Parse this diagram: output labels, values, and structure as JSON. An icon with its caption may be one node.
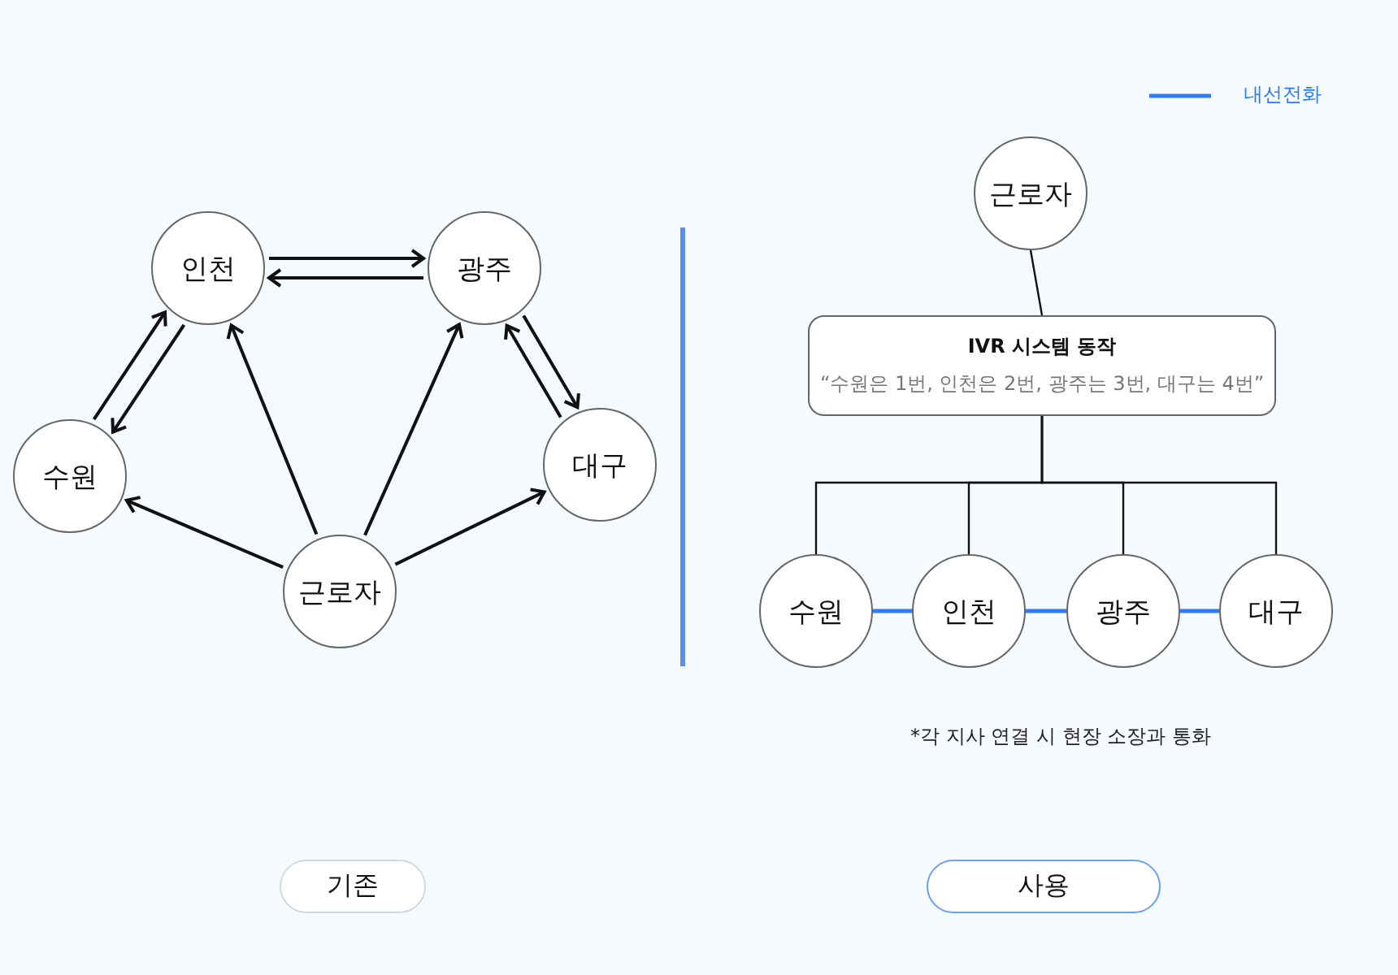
{
  "diagram": {
    "nodes": [
      {
        "text": [
          "인천"
        ]
      },
      {
        "text": [
          "광주"
        ]
      },
      {
        "text": [
          "수원"
        ]
      },
      {
        "text": [
          "대구"
        ]
      },
      {
        "text": [
          "근로자"
        ]
      },
      {
        "text": [
          "근로자"
        ]
      },
      {
        "text": [
          "IVR 시스템 동작",
          "“수원은 1번, 인천은 2번, 광주는 3번, 대구는 4번”"
        ]
      },
      {
        "text": [
          "수원"
        ]
      },
      {
        "text": [
          "인천"
        ]
      },
      {
        "text": [
          "광주"
        ]
      },
      {
        "text": [
          "대구"
        ]
      },
      {
        "text": [
          "기존"
        ]
      },
      {
        "text": [
          "사용"
        ]
      }
    ],
    "edges": [
      {
        "from": 0,
        "to": 1,
        "arrow": "to"
      },
      {
        "from": 1,
        "to": 0,
        "arrow": "to"
      },
      {
        "from": 2,
        "to": 0,
        "arrow": "to"
      },
      {
        "from": 0,
        "to": 2,
        "arrow": "to"
      },
      {
        "from": 1,
        "to": 3,
        "arrow": "to"
      },
      {
        "from": 3,
        "to": 1,
        "arrow": "to"
      },
      {
        "from": 4,
        "to": 2,
        "arrow": "to"
      },
      {
        "from": 4,
        "to": 0,
        "arrow": "to"
      },
      {
        "from": 4,
        "to": 1,
        "arrow": "to"
      },
      {
        "from": 4,
        "to": 3,
        "arrow": "to"
      },
      {
        "from": 5,
        "to": 6,
        "arrow": "none"
      },
      {
        "from": 6,
        "to": 7,
        "arrow": "none"
      },
      {
        "from": 6,
        "to": 8,
        "arrow": "none"
      },
      {
        "from": 6,
        "to": 9,
        "arrow": "none"
      },
      {
        "from": 6,
        "to": 10,
        "arrow": "none"
      },
      {
        "from": 7,
        "to": 8,
        "arrow": "none",
        "color": "#2f7bf5"
      },
      {
        "from": 8,
        "to": 9,
        "arrow": "none",
        "color": "#2f7bf5"
      },
      {
        "from": 9,
        "to": 10,
        "arrow": "none",
        "color": "#2f7bf5"
      }
    ],
    "labels": [
      "*각 지사 연결 시 현장 소장과 통화"
    ],
    "legend": [
      {
        "text": "내선전화"
      }
    ]
  }
}
